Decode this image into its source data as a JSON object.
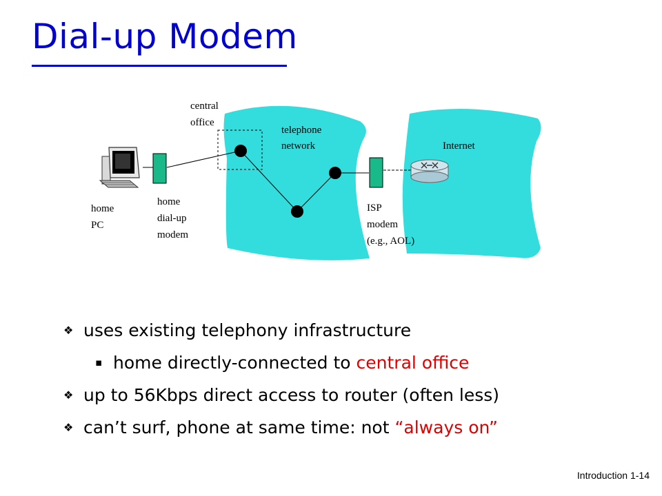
{
  "title": "Dial-up Modem",
  "diagram": {
    "labels": {
      "central_office": [
        "central",
        "office"
      ],
      "telephone_network": [
        "telephone",
        "network"
      ],
      "internet": "Internet",
      "home_pc": [
        "home",
        "PC"
      ],
      "home_modem": [
        "home",
        "dial-up",
        "modem"
      ],
      "isp_modem": [
        "ISP",
        "modem",
        "(e.g., AOL)"
      ]
    },
    "colors": {
      "cloud": "#33dddd",
      "modem": "#19b98a",
      "router": "#cfe6ef"
    }
  },
  "bullets": [
    {
      "level": 1,
      "parts": [
        {
          "text": "uses existing telephony infrastructure",
          "red": false
        }
      ]
    },
    {
      "level": 2,
      "parts": [
        {
          "text": "home directly-connected to ",
          "red": false
        },
        {
          "text": "central office",
          "red": true
        }
      ]
    },
    {
      "level": 1,
      "parts": [
        {
          "text": "up to 56Kbps direct access to router (often less)",
          "red": false
        }
      ]
    },
    {
      "level": 1,
      "parts": [
        {
          "text": "can’t surf, phone at same time: not ",
          "red": false
        },
        {
          "text": "“always on”",
          "red": true
        }
      ]
    }
  ],
  "footer": "Introduction 1-14"
}
